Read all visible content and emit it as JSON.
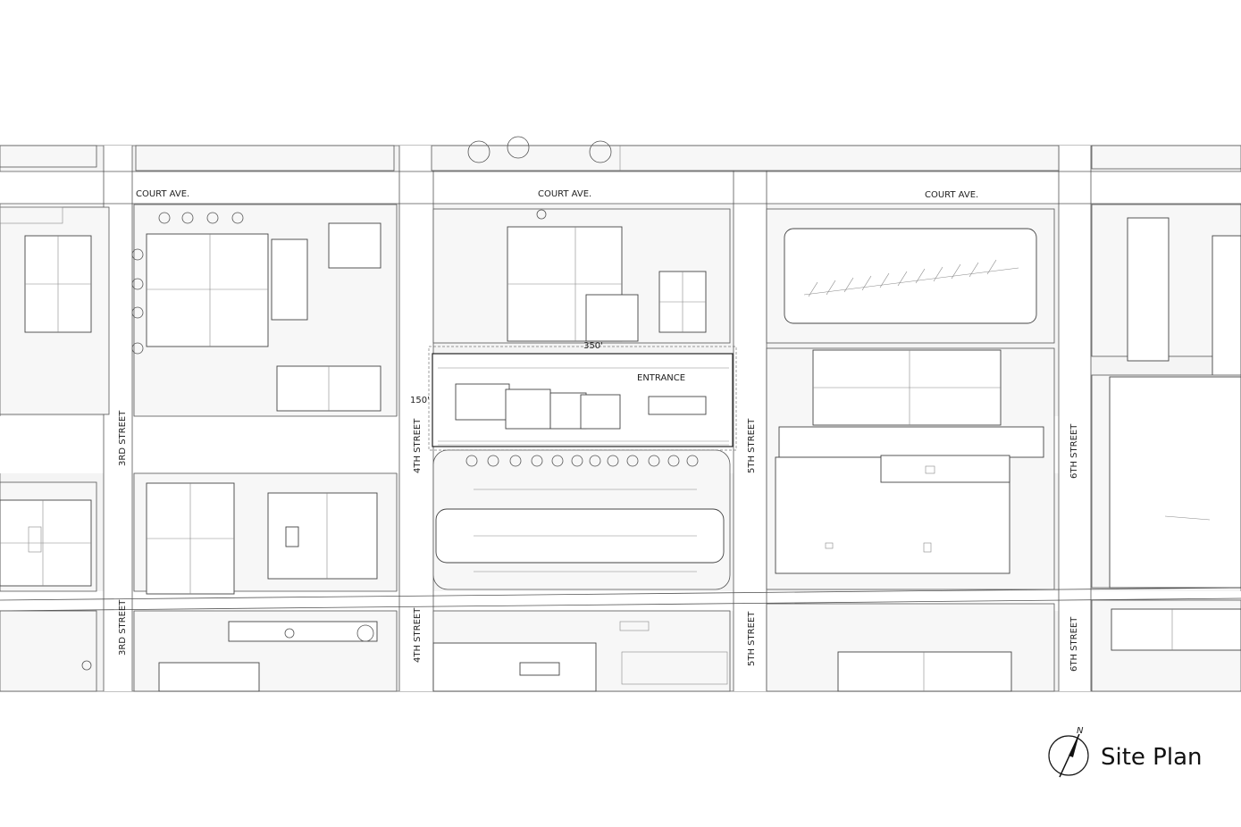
{
  "title": "Site Plan",
  "north_label": "N",
  "streets": {
    "court_ave_1": "COURT AVE.",
    "court_ave_2": "COURT AVE.",
    "court_ave_3": "COURT AVE.",
    "third_upper": "3RD STREET",
    "third_lower": "3RD STREET",
    "fourth_upper": "4TH STREET",
    "fourth_lower": "4TH STREET",
    "fifth_upper": "5TH STREET",
    "fifth_lower": "5TH STREET",
    "sixth_upper": "6TH STREET",
    "sixth_lower": "6TH STREET"
  },
  "site": {
    "width_dim": "350'",
    "depth_dim": "150'",
    "entrance": "ENTRANCE"
  }
}
